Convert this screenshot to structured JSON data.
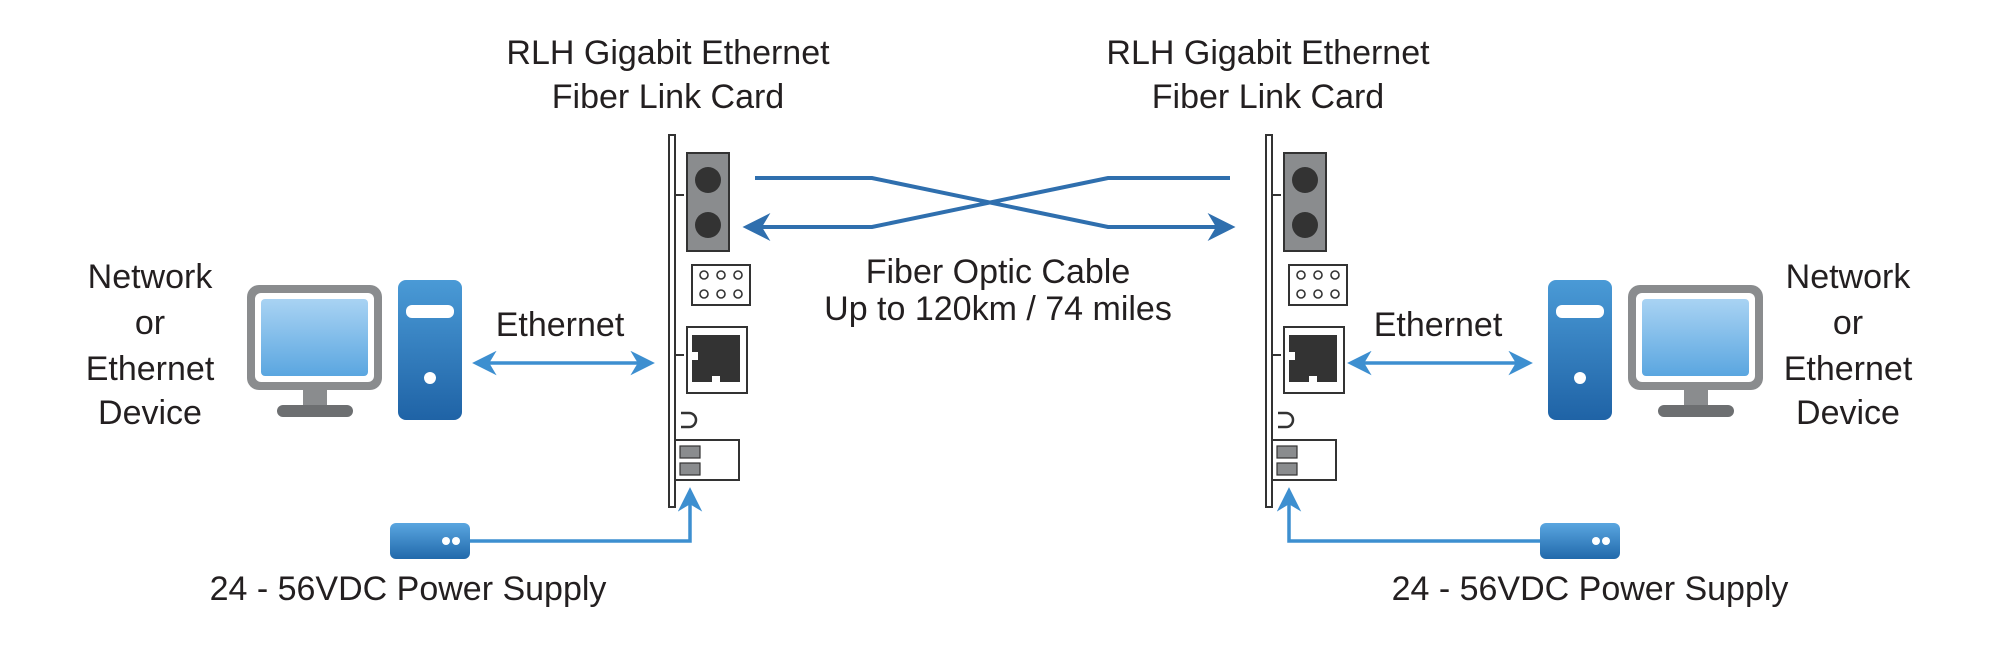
{
  "cards": {
    "left_title_line1": "RLH Gigabit Ethernet",
    "left_title_line2": "Fiber Link Card",
    "right_title_line1": "RLH Gigabit Ethernet",
    "right_title_line2": "Fiber Link Card"
  },
  "fiber": {
    "label_line1": "Fiber Optic Cable",
    "label_line2": "Up to 120km / 74 miles"
  },
  "devices": {
    "left_lines": [
      "Network",
      "or",
      "Ethernet",
      "Device"
    ],
    "right_lines": [
      "Network",
      "or",
      "Ethernet",
      "Device"
    ]
  },
  "ethernet": {
    "left_label": "Ethernet",
    "right_label": "Ethernet"
  },
  "power": {
    "left_label": "24 - 56VDC Power Supply",
    "right_label": "24 - 56VDC Power Supply"
  },
  "colors": {
    "fiber_blue": "#2f6fae",
    "link_blue": "#3d8fd0",
    "tower_blue": "#2e7fc3",
    "monitor_gray": "#8a8c8e",
    "connector_dark": "#333333",
    "text": "#231f20"
  },
  "icons": [
    "desktop-computer-icon",
    "monitor-icon",
    "tower-icon",
    "power-supply-icon",
    "fiber-link-card-icon",
    "double-arrow-icon"
  ]
}
